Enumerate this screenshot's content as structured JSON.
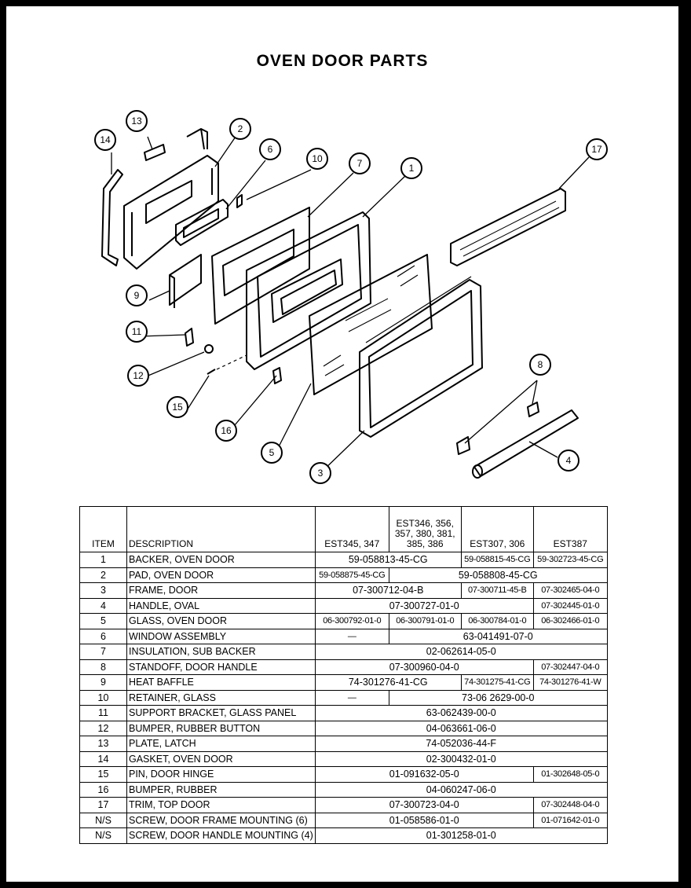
{
  "title": "OVEN DOOR PARTS",
  "callouts": [
    "1",
    "2",
    "3",
    "4",
    "5",
    "6",
    "7",
    "8",
    "9",
    "10",
    "11",
    "12",
    "13",
    "14",
    "15",
    "16",
    "17"
  ],
  "table": {
    "headers": {
      "item": "ITEM",
      "description": "DESCRIPTION",
      "m1": "EST345, 347",
      "m2": "EST346, 356, 357, 380, 381, 385, 386",
      "m3": "EST307, 306",
      "m4": "EST387"
    },
    "rows": [
      {
        "item": "1",
        "desc": "BACKER, OVEN DOOR",
        "cells": [
          {
            "text": "59-058813-45-CG",
            "span": 2
          },
          {
            "text": "59-058815-45-CG",
            "span": 1
          },
          {
            "text": "59-302723-45-CG",
            "span": 1
          }
        ]
      },
      {
        "item": "2",
        "desc": "PAD, OVEN DOOR",
        "cells": [
          {
            "text": "59-058875-45-CG",
            "span": 1
          },
          {
            "text": "59-058808-45-CG",
            "span": 3
          }
        ]
      },
      {
        "item": "3",
        "desc": "FRAME, DOOR",
        "cells": [
          {
            "text": "07-300712-04-B",
            "span": 2
          },
          {
            "text": "07-300711-45-B",
            "span": 1
          },
          {
            "text": "07-302465-04-0",
            "span": 1
          }
        ]
      },
      {
        "item": "4",
        "desc": "HANDLE, OVAL",
        "cells": [
          {
            "text": "07-300727-01-0",
            "span": 3
          },
          {
            "text": "07-302445-01-0",
            "span": 1
          }
        ]
      },
      {
        "item": "5",
        "desc": "GLASS, OVEN DOOR",
        "cells": [
          {
            "text": "06-300792-01-0",
            "span": 1
          },
          {
            "text": "06-300791-01-0",
            "span": 1
          },
          {
            "text": "06-300784-01-0",
            "span": 1
          },
          {
            "text": "06-302466-01-0",
            "span": 1
          }
        ]
      },
      {
        "item": "6",
        "desc": "WINDOW ASSEMBLY",
        "cells": [
          {
            "text": "—",
            "span": 1
          },
          {
            "text": "63-041491-07-0",
            "span": 3
          }
        ]
      },
      {
        "item": "7",
        "desc": "INSULATION, SUB BACKER",
        "cells": [
          {
            "text": "02-062614-05-0",
            "span": 4
          }
        ]
      },
      {
        "item": "8",
        "desc": "STANDOFF, DOOR HANDLE",
        "cells": [
          {
            "text": "07-300960-04-0",
            "span": 3
          },
          {
            "text": "07-302447-04-0",
            "span": 1
          }
        ]
      },
      {
        "item": "9",
        "desc": "HEAT BAFFLE",
        "cells": [
          {
            "text": "74-301276-41-CG",
            "span": 2
          },
          {
            "text": "74-301275-41-CG",
            "span": 1
          },
          {
            "text": "74-301276-41-W",
            "span": 1
          }
        ]
      },
      {
        "item": "10",
        "desc": "RETAINER, GLASS",
        "cells": [
          {
            "text": "—",
            "span": 1
          },
          {
            "text": "73-06 2629-00-0",
            "span": 3
          }
        ]
      },
      {
        "item": "11",
        "desc": "SUPPORT BRACKET, GLASS PANEL",
        "cells": [
          {
            "text": "63-062439-00-0",
            "span": 4
          }
        ]
      },
      {
        "item": "12",
        "desc": "BUMPER, RUBBER BUTTON",
        "cells": [
          {
            "text": "04-063661-06-0",
            "span": 4
          }
        ]
      },
      {
        "item": "13",
        "desc": "PLATE, LATCH",
        "cells": [
          {
            "text": "74-052036-44-F",
            "span": 4
          }
        ]
      },
      {
        "item": "14",
        "desc": "GASKET, OVEN DOOR",
        "cells": [
          {
            "text": "02-300432-01-0",
            "span": 4
          }
        ]
      },
      {
        "item": "15",
        "desc": "PIN, DOOR HINGE",
        "cells": [
          {
            "text": "01-091632-05-0",
            "span": 3
          },
          {
            "text": "01-302648-05-0",
            "span": 1
          }
        ]
      },
      {
        "item": "16",
        "desc": "BUMPER, RUBBER",
        "cells": [
          {
            "text": "04-060247-06-0",
            "span": 4
          }
        ]
      },
      {
        "item": "17",
        "desc": "TRIM, TOP DOOR",
        "cells": [
          {
            "text": "07-300723-04-0",
            "span": 3
          },
          {
            "text": "07-302448-04-0",
            "span": 1
          }
        ]
      },
      {
        "item": "N/S",
        "desc": "SCREW, DOOR FRAME MOUNTING (6)",
        "cells": [
          {
            "text": "01-058586-01-0",
            "span": 3
          },
          {
            "text": "01-071642-01-0",
            "span": 1
          }
        ]
      },
      {
        "item": "N/S",
        "desc": "SCREW, DOOR HANDLE MOUNTING (4)",
        "cells": [
          {
            "text": "01-301258-01-0",
            "span": 4
          }
        ]
      }
    ]
  }
}
